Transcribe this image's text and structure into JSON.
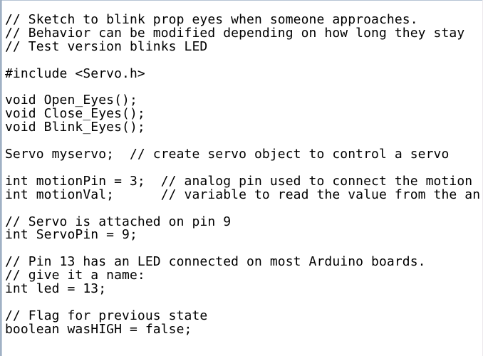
{
  "editor": {
    "language": "arduino-sketch",
    "background": "#ffffff",
    "text_color": "#000000",
    "border_colors": {
      "top": "#b6c4d5",
      "left_outer": "#aab9cb",
      "left_mid": "#7b8fa9",
      "left_inner": "#d8e1eb",
      "right": "#ece9ec"
    },
    "lines": [
      "// Sketch to blink prop eyes when someone approaches.",
      "// Behavior can be modified depending on how long they stay",
      "// Test version blinks LED",
      "",
      "#include <Servo.h>",
      "",
      "void Open_Eyes();",
      "void Close_Eyes();",
      "void Blink_Eyes();",
      "",
      "Servo myservo;  // create servo object to control a servo",
      "",
      "int motionPin = 3;  // analog pin used to connect the motion",
      "int motionVal;      // variable to read the value from the an",
      "",
      "// Servo is attached on pin 9",
      "int ServoPin = 9;",
      "",
      "// Pin 13 has an LED connected on most Arduino boards.",
      "// give it a name:",
      "int led = 13;",
      "",
      "// Flag for previous state",
      "boolean wasHIGH = false;"
    ]
  }
}
